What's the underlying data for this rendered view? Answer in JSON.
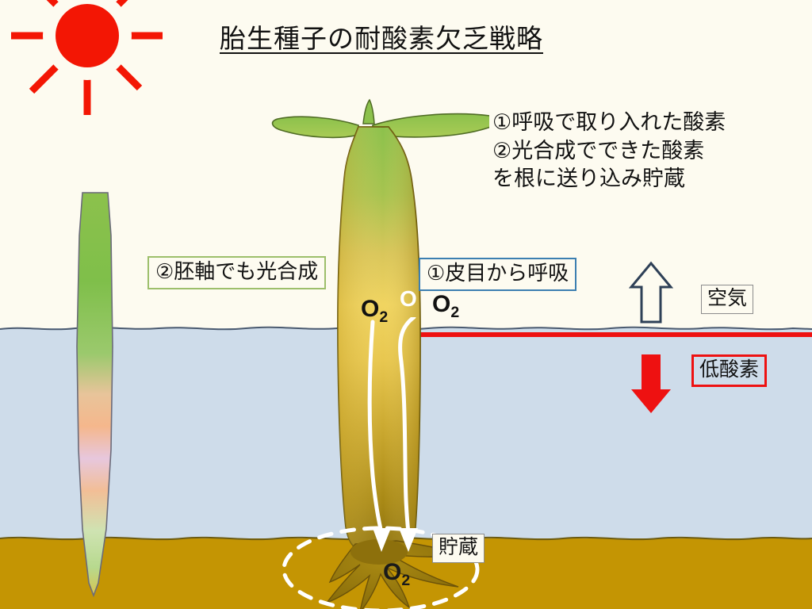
{
  "title": "胎生種子の耐酸素欠乏戦略",
  "notes": {
    "line1": "①呼吸で取り入れた酸素",
    "line2": "②光合成でできた酸素",
    "line3": "を根に送り込み貯蔵"
  },
  "callouts": {
    "photosynthesis": "②胚軸でも光合成",
    "lenticel": "①皮目から呼吸"
  },
  "zone_labels": {
    "air": "空気",
    "hypoxia": "低酸素",
    "storage": "貯蔵"
  },
  "molecules": {
    "o2_hypocotyl": "O",
    "o2_sub": "2",
    "o2_air": "O",
    "o2_root": "O",
    "o2_white": "O"
  },
  "colors": {
    "background": "#FDFBF0",
    "water": "#CEDCEA",
    "soil": "#C49503",
    "sun": "#F31604",
    "red_line": "#EE1111",
    "leaf_green": "#8CC14C",
    "hypocotyl_gold": "#F0D460",
    "root_brown": "#9A7A11",
    "callout_green_border": "#9DBF6B",
    "callout_blue_border": "#3C7FB1",
    "arrow_navy": "#2E4057",
    "white_arrow": "#FFFFFF"
  },
  "icons": {
    "sun": "sun-icon",
    "up_arrow": "up-arrow-icon",
    "down_arrow": "down-arrow-icon",
    "flow_arrow": "downward-flow-arrow-icon",
    "seedling": "mangrove-seedling-icon",
    "propagule": "propagule-icon",
    "storage_ellipse": "dashed-ellipse-icon"
  }
}
